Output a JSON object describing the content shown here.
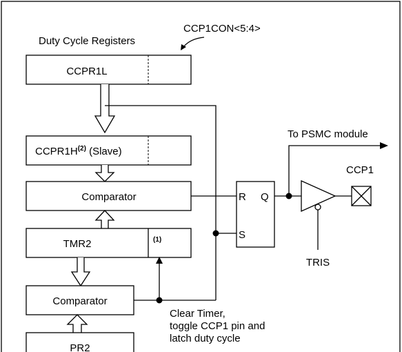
{
  "labels": {
    "duty_cycle_registers": "Duty Cycle Registers",
    "ccp1con": "CCP1CON<5:4>",
    "ccpr1l": "CCPR1L",
    "ccpr1h": "CCPR1H",
    "ccpr1h_note": "(2)",
    "ccpr1h_slave": " (Slave)",
    "comparator_top": "Comparator",
    "tmr2": "TMR2",
    "tmr2_note": "(1)",
    "comparator_bottom": "Comparator",
    "pr2": "PR2",
    "latch_r": "R",
    "latch_q": "Q",
    "latch_s": "S",
    "to_psmc": "To PSMC module",
    "ccp1": "CCP1",
    "tris": "TRIS",
    "note_line1": "Clear Timer,",
    "note_line2": "toggle CCP1 pin and",
    "note_line3": "latch duty cycle"
  }
}
